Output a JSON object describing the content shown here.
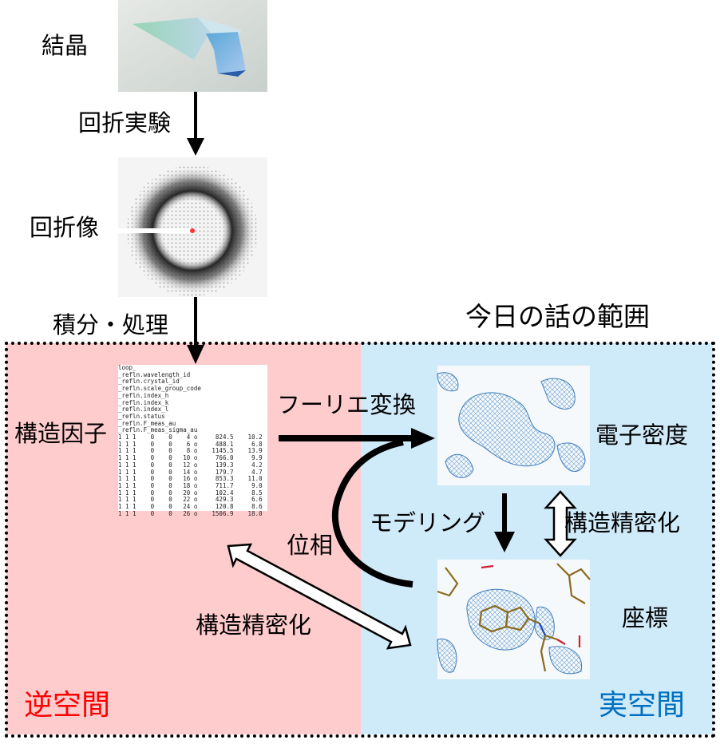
{
  "labels": {
    "crystal": "結晶",
    "diffraction_experiment": "回折実験",
    "diffraction_image": "回折像",
    "integration": "積分・処理",
    "scope": "今日の話の範囲",
    "structure_factor": "構造因子",
    "fourier": "フーリエ変換",
    "electron_density": "電子密度",
    "modeling": "モデリング",
    "refinement_right": "構造精密化",
    "phase": "位相",
    "refinement_bottom": "構造精密化",
    "coordinates": "座標",
    "reciprocal_space": "逆空間",
    "real_space": "実空間"
  },
  "cif_text": "loop_\n_refln.wavelength_id\n_refln.crystal_id\n_refln.scale_group_code\n_refln.index_h\n_refln.index_k\n_refln.index_l\n_refln.status\n_refln.F_meas_au\n_refln.F_meas_sigma_au\n1 1 1    0    0    4 o     824.5    10.2\n1 1 1    0    0    6 o     488.1     6.8\n1 1 1    0    0    8 o    1145.5    13.9\n1 1 1    0    0   10 o     766.0     9.9\n1 1 1    0    0   12 o     139.3     4.2\n1 1 1    0    0   14 o     179.7     4.7\n1 1 1    0    0   16 o     853.3    11.0\n1 1 1    0    0   18 o     711.7     9.0\n1 1 1    0    0   20 o     102.4     8.5\n1 1 1    0    0   22 o     429.3     6.6\n1 1 1    0    0   24 o     120.8     8.6\n1 1 1    0    0   26 o    1506.9    18.0",
  "colors": {
    "reciprocal_bg": "#ffcccd",
    "real_bg": "#cfeaf9",
    "reciprocal_text": "#ff0000",
    "real_text": "#0070c0"
  }
}
